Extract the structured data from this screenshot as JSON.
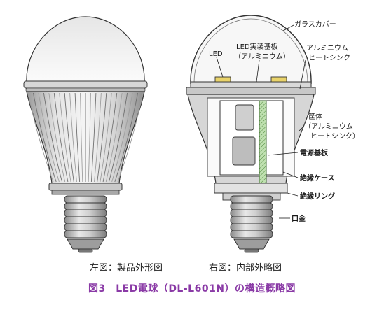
{
  "labels": {
    "glass_cover": "ガラスカバー",
    "led": "LED",
    "led_board_1": "LED実装基板",
    "led_board_2": "（アルミニウム）",
    "alu_heatsink_1": "アルミニウム",
    "alu_heatsink_2": "ヒートシンク",
    "housing_1": "筐体",
    "housing_2": "（アルミニウム",
    "housing_3": "ヒートシンク）",
    "power_board": "電源基板",
    "insulation_case": "絶縁ケース",
    "insulation_ring": "絶縁リング",
    "base_cap": "口金"
  },
  "subcaptions": {
    "left": "左図：製品外形図",
    "right": "右図：内部外略図"
  },
  "caption": "図3　LED電球（DL-L601N）の構造概略図"
}
